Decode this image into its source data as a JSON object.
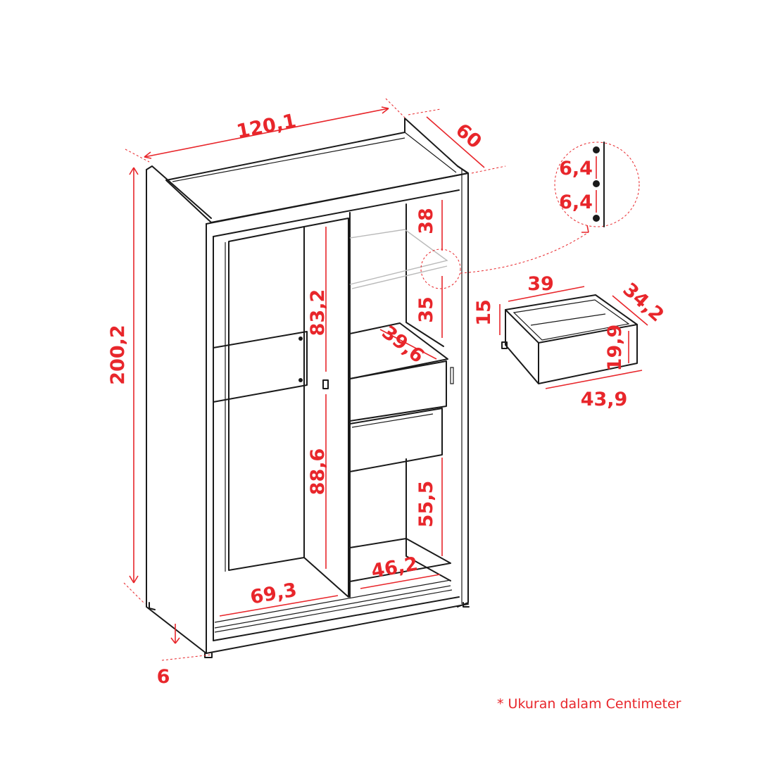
{
  "dimensions": {
    "width": "120,1",
    "depth": "60",
    "height": "200,2",
    "plinth": "6",
    "upper_compartment": "83,2",
    "lower_compartment": "88,6",
    "top_shelf_gap": "38",
    "shelf_gap": "35",
    "shelf_depth": "39,6",
    "bottom_gap": "55,5",
    "left_inner_width": "69,3",
    "right_inner_width": "46,2",
    "hole_spacing_1": "6,4",
    "hole_spacing_2": "6,4",
    "drawer_width": "39",
    "drawer_depth": "34,2",
    "drawer_front_height": "15",
    "drawer_height": "19,9",
    "drawer_outer_width": "43,9"
  },
  "footnote": "* Ukuran dalam Centimeter",
  "colors": {
    "dimension": "#e8262b",
    "line": "#1a1a1a"
  }
}
